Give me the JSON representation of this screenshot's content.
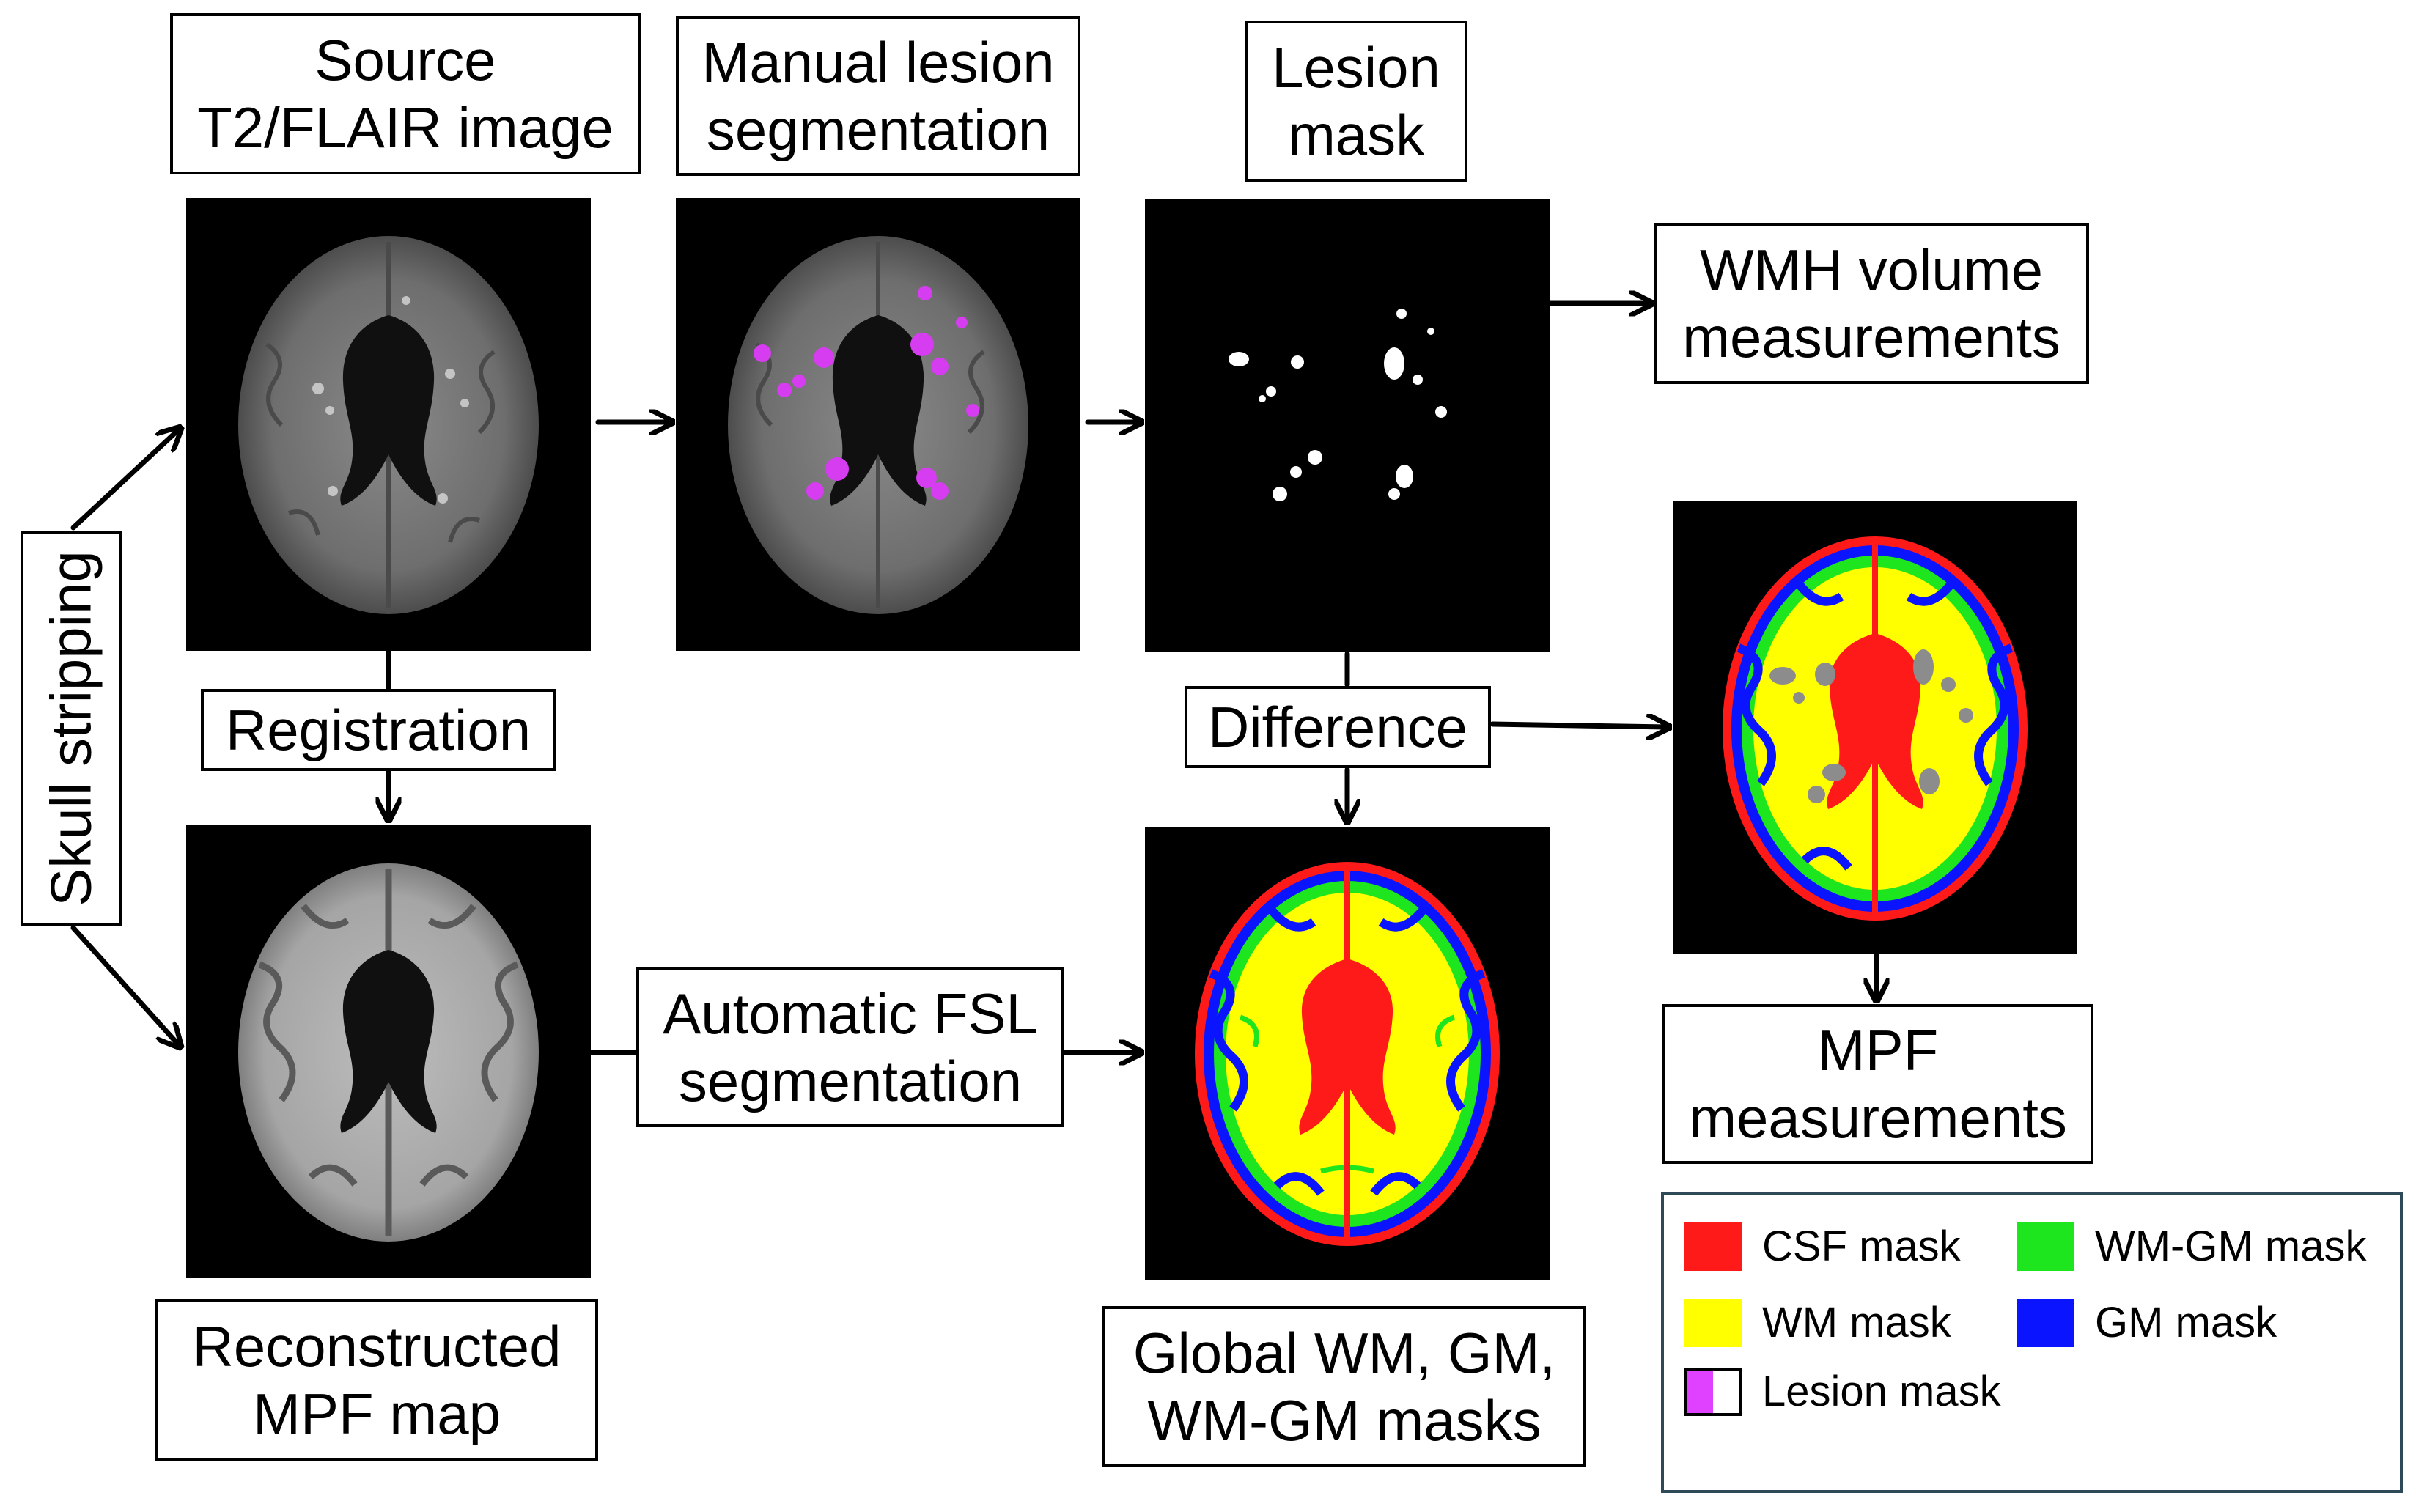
{
  "boxes": {
    "source": [
      "Source",
      "T2/FLAIR image"
    ],
    "manual": [
      "Manual lesion",
      "segmentation"
    ],
    "lesion_mask": [
      "Lesion",
      "mask"
    ],
    "wmh": [
      "WMH volume",
      "measurements"
    ],
    "registration": "Registration",
    "difference": "Difference",
    "skull": "Skull stripping",
    "reconstructed": [
      "Reconstructed",
      "MPF map"
    ],
    "automatic": [
      "Automatic FSL",
      "segmentation"
    ],
    "global": [
      "Global WM, GM,",
      "WM-GM masks"
    ],
    "mpf": [
      "MPF",
      "measurements"
    ]
  },
  "legend": {
    "csf": "CSF mask",
    "wmgm": "WM-GM mask",
    "wm": "WM mask",
    "gm": "GM mask",
    "lesion": "Lesion mask"
  },
  "colors": {
    "csf": "#ff1a1a",
    "wm": "#ffff00",
    "wmgm": "#1ee61e",
    "gm": "#0a14ff",
    "lesion": "#e040ff",
    "panel_bg": "#000000",
    "legend_border": "#2e4a58"
  }
}
